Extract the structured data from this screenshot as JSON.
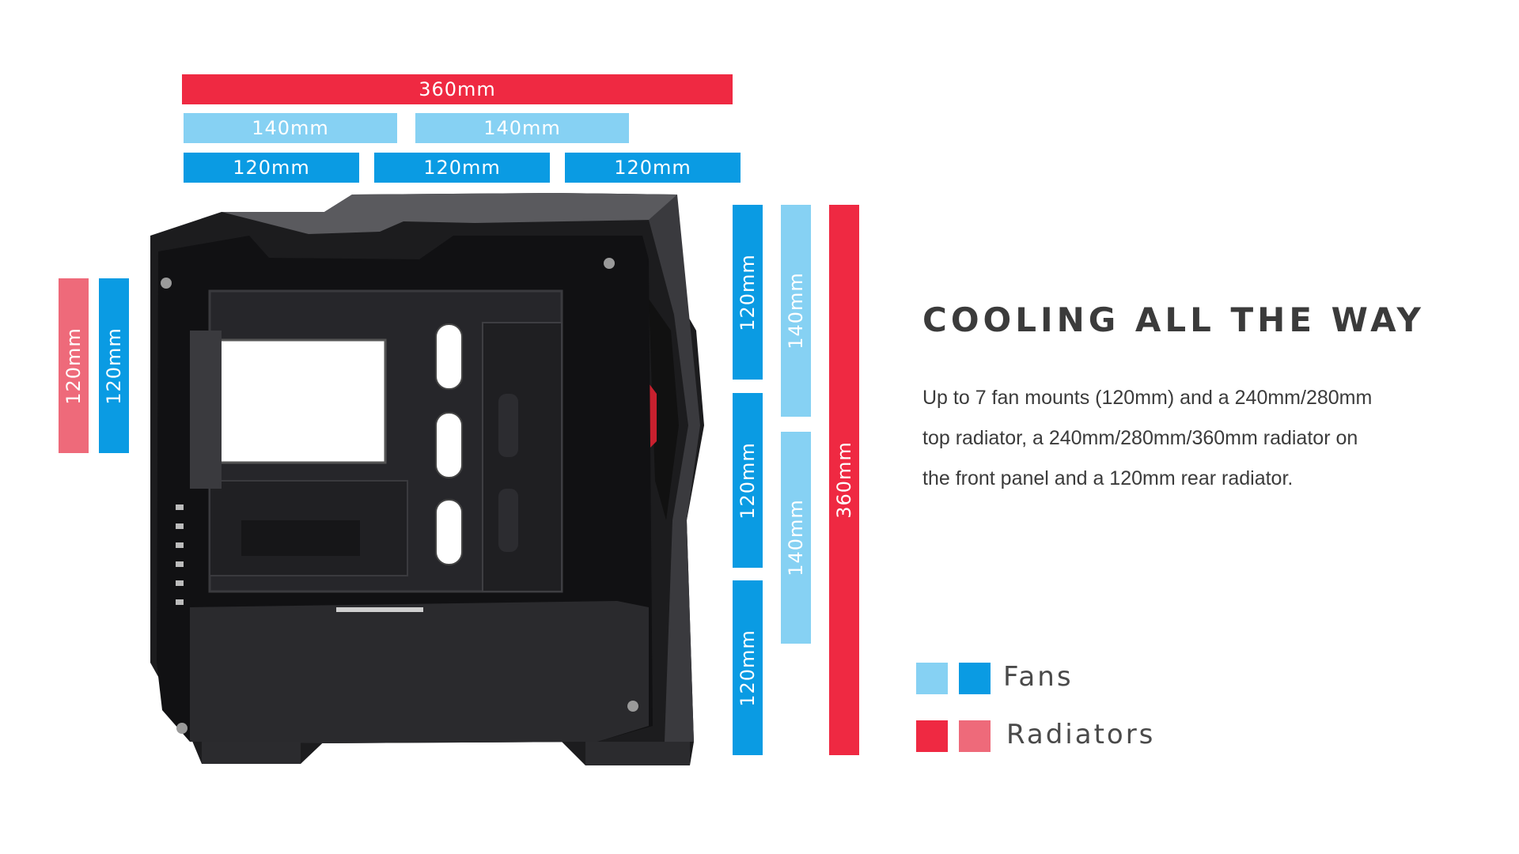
{
  "measurements": {
    "top_radiator": "360mm",
    "top_fan_140_a": "140mm",
    "top_fan_140_b": "140mm",
    "top_fan_120_a": "120mm",
    "top_fan_120_b": "120mm",
    "top_fan_120_c": "120mm",
    "rear_radiator": "120mm",
    "rear_fan": "120mm",
    "front_fan_120_a": "120mm",
    "front_fan_120_b": "120mm",
    "front_fan_120_c": "120mm",
    "front_fan_140_a": "140mm",
    "front_fan_140_b": "140mm",
    "front_radiator": "360mm"
  },
  "heading": "COOLING ALL THE WAY",
  "description": {
    "line1": "Up to 7 fan mounts (120mm) and a 240mm/280mm",
    "line2": "top radiator,  a 240mm/280mm/360mm radiator on",
    "line3": "the front panel and a 120mm rear radiator."
  },
  "legend": {
    "fans_label": "Fans",
    "radiators_label": "Radiators"
  },
  "colors": {
    "radiator_red": "#ef2942",
    "radiator_pink": "#ee6a7a",
    "fan_blue": "#0a9be3",
    "fan_light_blue": "#86d1f3",
    "text": "#3b3b3b"
  }
}
